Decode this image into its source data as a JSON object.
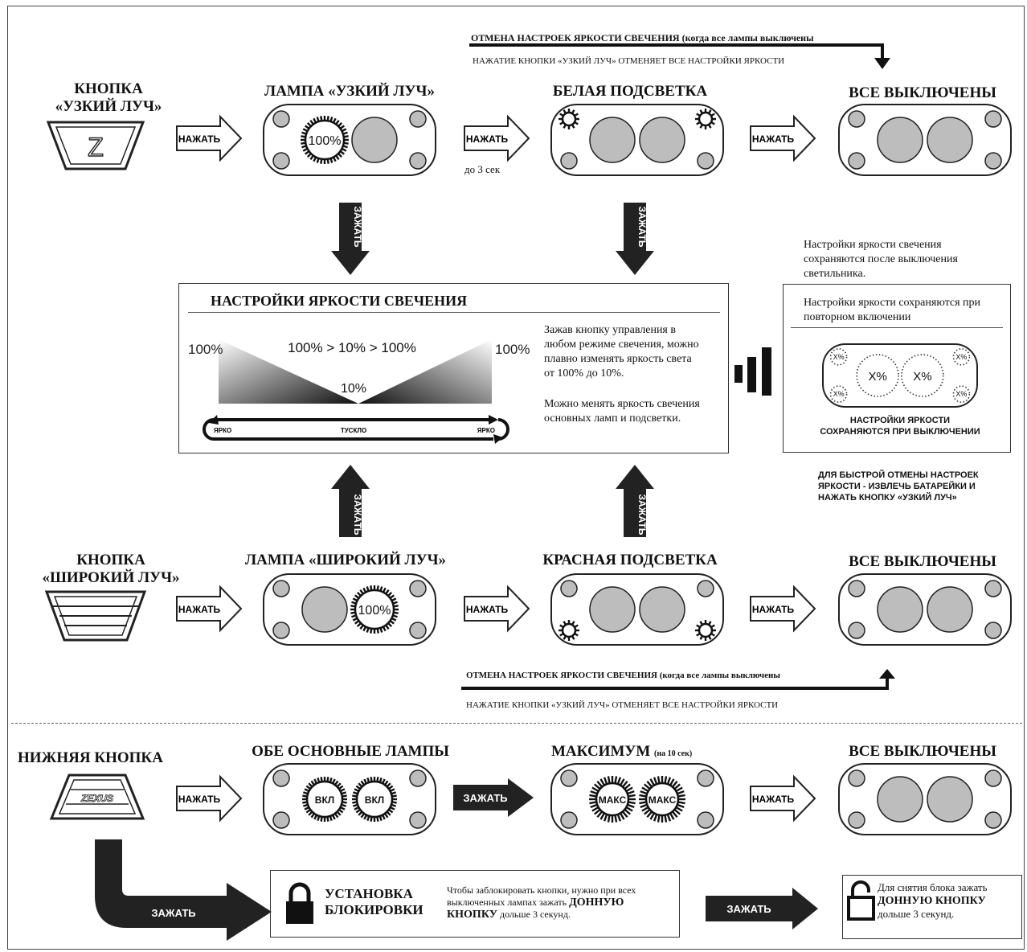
{
  "colors": {
    "lamp_gray": "#bdbdbd",
    "outline": "#222222",
    "dark_arrow": "#1e1e1e"
  },
  "row1": {
    "button_title": "КНОПКА\n«УЗКИЙ ЛУЧ»",
    "button_glyph": "Z",
    "press1": "НАЖАТЬ",
    "lamp1_title": "ЛАМПА «УЗКИЙ ЛУЧ»",
    "lamp1_value": "100%",
    "press2": "НАЖАТЬ",
    "press2_note": "до 3 сек",
    "lamp2_title": "БЕЛАЯ ПОДСВЕТКА",
    "press3": "НАЖАТЬ",
    "lamp3_title": "ВСЕ  ВЫКЛЮЧЕНЫ",
    "reset_title": "ОТМЕНА НАСТРОЕК ЯРКОСТИ СВЕЧЕНИЯ  (когда все лампы выключены",
    "reset_sub": "НАЖАТИЕ КНОПКИ «УЗКИЙ ЛУЧ» ОТМЕНЯЕТ ВСЕ НАСТРОЙКИ ЯРКОСТИ"
  },
  "hold_label": "ЗАЖАТЬ",
  "brightness": {
    "title": "НАСТРОЙКИ ЯРКОСТИ СВЕЧЕНИЯ",
    "left_pct": "100%",
    "right_pct": "100%",
    "sequence": "100%  > 10% > 100%",
    "min_pct": "10%",
    "bright_left": "ЯРКО",
    "dim": "ТУСКЛО",
    "bright_right": "ЯРКО",
    "desc1": "Зажав кнопку управления в любом режиме свечения, можно плавно изменять яркость света от 100% до 10%.",
    "desc2": "Можно менять яркость свечения основных ламп и подсветки."
  },
  "memory": {
    "top_note": "Настройки яркости свечения сохраняются после выключения светильника.",
    "box_title": "Настройки яркости сохраняются при повторном включении",
    "xpct": "X%",
    "caption": "НАСТРОЙКИ ЯРКОСТИ\nСОХРАНЯЮТСЯ ПРИ ВЫКЛЮЧЕНИИ",
    "quick_reset": "ДЛЯ БЫСТРОЙ ОТМЕНЫ НАСТРОЕК ЯРКОСТИ - ИЗВЛЕЧЬ БАТАРЕЙКИ И НАЖАТЬ  КНОПКУ «УЗКИЙ ЛУЧ»"
  },
  "row2": {
    "button_title": "КНОПКА\n«ШИРОКИЙ ЛУЧ»",
    "press1": "НАЖАТЬ",
    "lamp1_title": "ЛАМПА «ШИРОКИЙ ЛУЧ»",
    "lamp1_value": "100%",
    "press2": "НАЖАТЬ",
    "lamp2_title": "КРАСНАЯ ПОДСВЕТКА",
    "press3": "НАЖАТЬ",
    "lamp3_title": "ВСЕ  ВЫКЛЮЧЕНЫ",
    "reset_title": "ОТМЕНА НАСТРОЕК ЯРКОСТИ СВЕЧЕНИЯ (когда все лампы выключены",
    "reset_sub": "НАЖАТИЕ КНОПКИ «УЗКИЙ ЛУЧ» ОТМЕНЯЕТ ВСЕ НАСТРОЙКИ ЯРКОСТИ"
  },
  "row3": {
    "button_title": "НИЖНЯЯ КНОПКА",
    "logo": "ZEXUS",
    "press1": "НАЖАТЬ",
    "lamp1_title": "ОБЕ ОСНОВНЫЕ ЛАМПЫ",
    "on_label": "ВКЛ",
    "hold": "ЗАЖАТЬ",
    "lamp2_title": "МАКСИМУМ",
    "lamp2_note": "(на 10 сек)",
    "max_label": "МАКС",
    "press3": "НАЖАТЬ",
    "lamp3_title": "ВСЕ  ВЫКЛЮЧЕНЫ",
    "hold_lock": "ЗАЖАТЬ",
    "lock_title": "УСТАНОВКА\nБЛОКИРОВКИ",
    "lock_text_a": "Чтобы заблокировать кнопки, нужно при всех выключенных лампах зажать ",
    "lock_text_bold": "ДОННУЮ КНОПКУ",
    "lock_text_b": " дольше 3 секунд.",
    "hold_unlock": "ЗАЖАТЬ",
    "unlock_text_a": "Для снятия блока  зажать ",
    "unlock_text_bold": "ДОННУЮ КНОПКУ",
    "unlock_text_b": " дольше 3 секунд."
  }
}
